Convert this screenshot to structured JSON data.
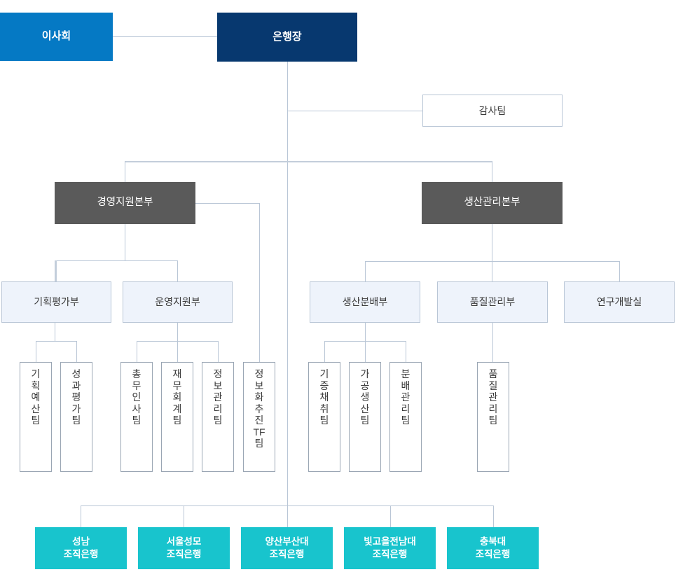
{
  "meta": {
    "title": "조직도",
    "colors": {
      "board": "#0579c4",
      "ceo": "#07386f",
      "division": "#5a5a5a",
      "department_fill": "#eef3fb",
      "department_border": "#b9c6d6",
      "team_border": "#9aa6b4",
      "branch": "#18c4cd",
      "connector": "#b9c6d6",
      "text_dark": "#3a3a3a",
      "text_light": "#ffffff"
    }
  },
  "nodes": {
    "board": {
      "label": "이사회"
    },
    "ceo": {
      "label": "은행장"
    },
    "audit": {
      "label": "감사팀"
    },
    "divisions": [
      {
        "label": "경영지원본부"
      },
      {
        "label": "생산관리본부"
      }
    ],
    "departments": [
      {
        "label": "기획평가부"
      },
      {
        "label": "운영지원부"
      },
      {
        "label": "생산분배부"
      },
      {
        "label": "품질관리부"
      },
      {
        "label": "연구개발실"
      }
    ],
    "teams": [
      {
        "label": "기획예산팀",
        "chars": [
          "기",
          "획",
          "예",
          "산",
          "팀"
        ]
      },
      {
        "label": "성과평가팀",
        "chars": [
          "성",
          "과",
          "평",
          "가",
          "팀"
        ]
      },
      {
        "label": "총무인사팀",
        "chars": [
          "총",
          "무",
          "인",
          "사",
          "팀"
        ]
      },
      {
        "label": "재무회계팀",
        "chars": [
          "재",
          "무",
          "회",
          "계",
          "팀"
        ]
      },
      {
        "label": "정보관리팀",
        "chars": [
          "정",
          "보",
          "관",
          "리",
          "팀"
        ]
      },
      {
        "label": "정보화추진TF팀",
        "chars": [
          "정",
          "보",
          "화",
          "추",
          "진",
          "TF",
          "팀"
        ]
      },
      {
        "label": "기증채취팀",
        "chars": [
          "기",
          "증",
          "채",
          "취",
          "팀"
        ]
      },
      {
        "label": "가공생산팀",
        "chars": [
          "가",
          "공",
          "생",
          "산",
          "팀"
        ]
      },
      {
        "label": "분배관리팀",
        "chars": [
          "분",
          "배",
          "관",
          "리",
          "팀"
        ]
      },
      {
        "label": "품질관리팀",
        "chars": [
          "품",
          "질",
          "관",
          "리",
          "팀"
        ]
      }
    ],
    "branches": [
      {
        "label": "성남\n조직은행"
      },
      {
        "label": "서울성모\n조직은행"
      },
      {
        "label": "양산부산대\n조직은행"
      },
      {
        "label": "빛고을전남대\n조직은행"
      },
      {
        "label": "충북대\n조직은행"
      }
    ]
  }
}
